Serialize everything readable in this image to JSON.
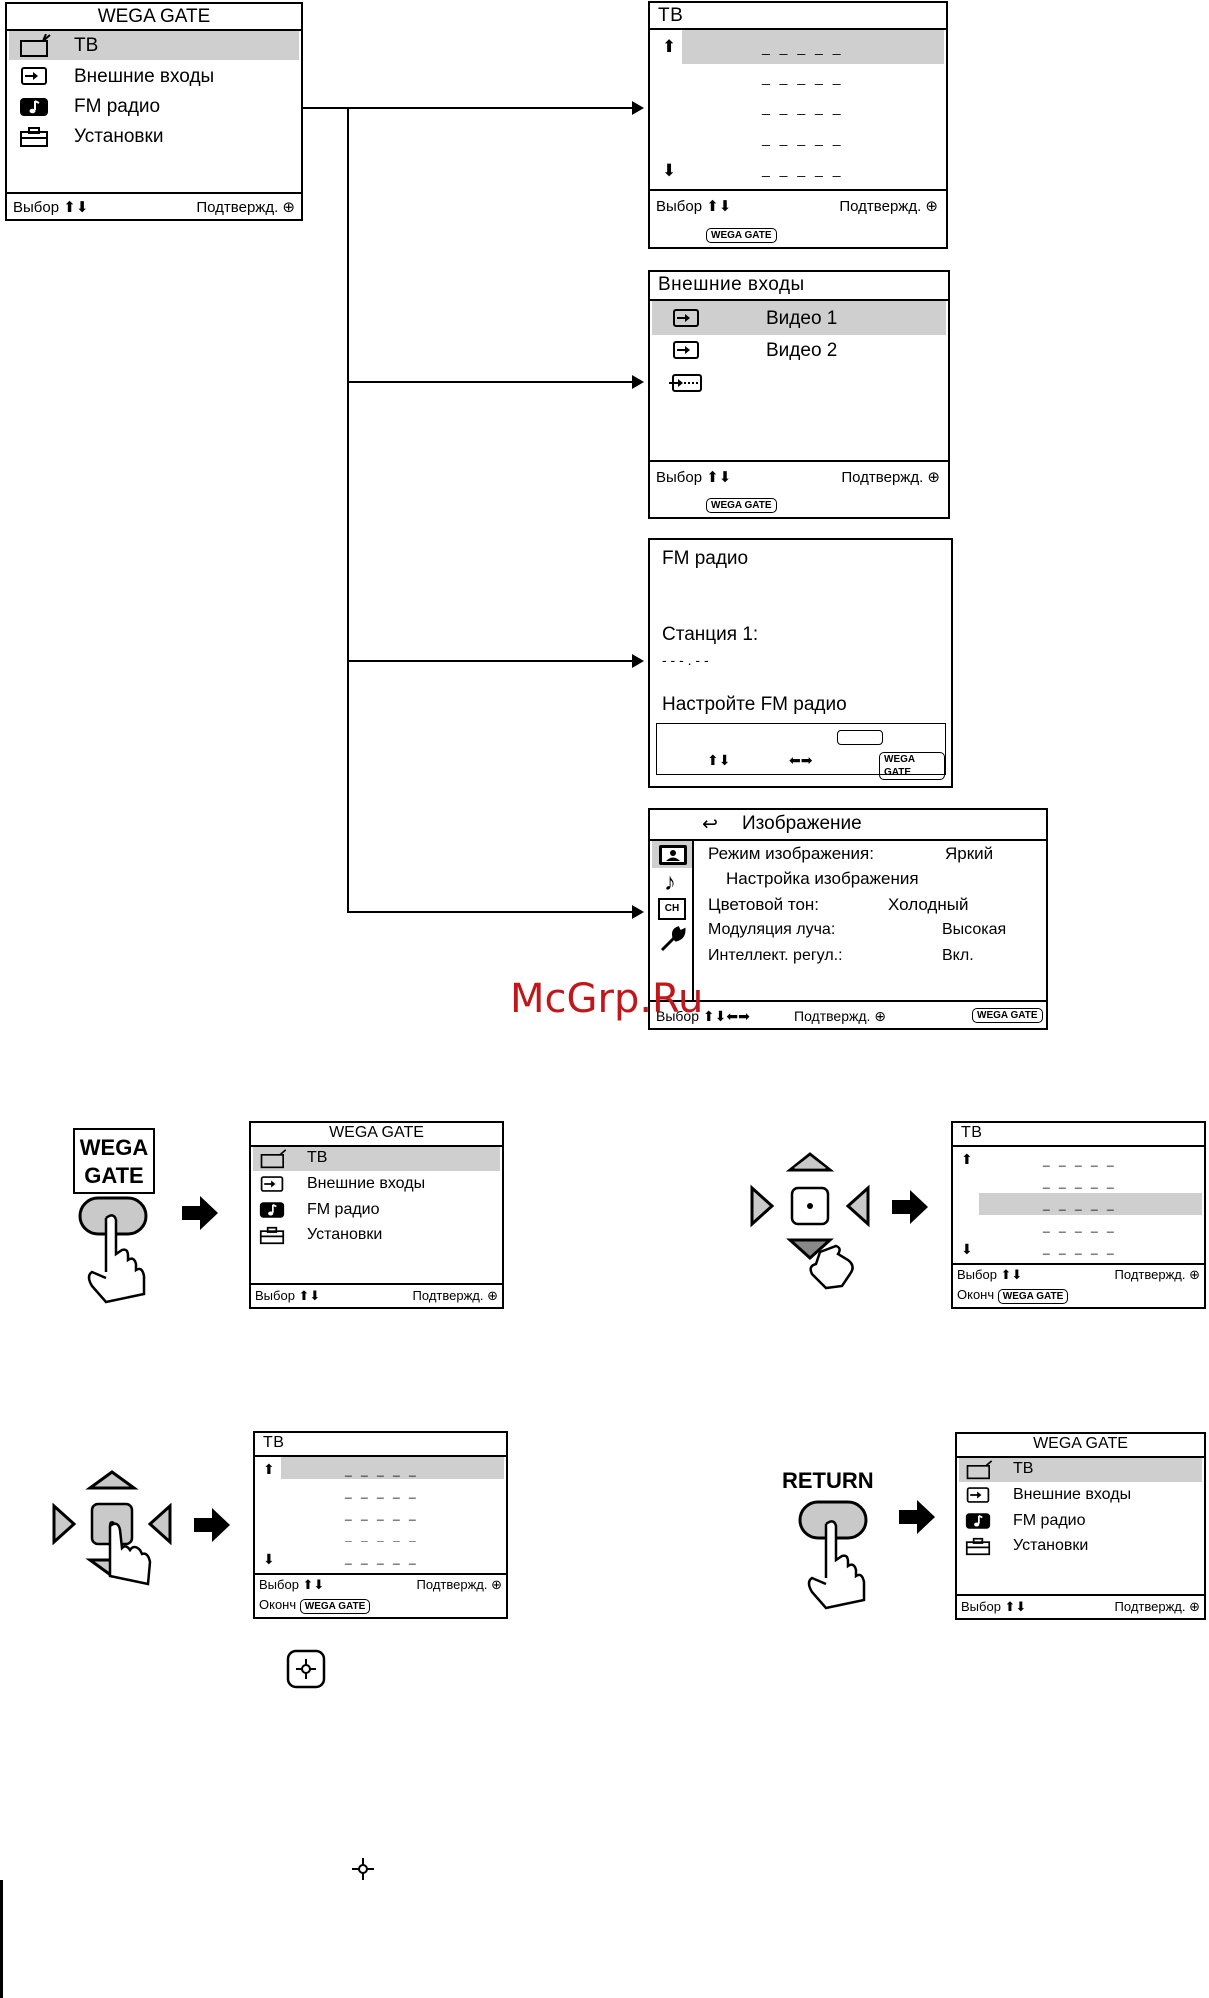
{
  "watermark": "McGrp.Ru",
  "icons": {
    "tv": "tv-icon",
    "input": "input-icon",
    "music": "music-note-icon",
    "toolbox": "toolbox-icon",
    "up": "up-arrow-icon",
    "down": "down-arrow-icon",
    "enter": "enter-icon",
    "return": "return-icon"
  },
  "wega_main": {
    "title": "WEGA GATE",
    "items": [
      "ТВ",
      "Внешние входы",
      "FM радио",
      "Установки"
    ],
    "footer_left": "Выбор",
    "footer_right": "Подтвержд."
  },
  "tv_menu": {
    "title": "ТВ",
    "dash": "_ _ _ _ _",
    "footer_left": "Выбор",
    "footer_right": "Подтвержд.",
    "tag": "WEGA GATE",
    "end_label": "Оконч"
  },
  "inputs_menu": {
    "title": "Внешние входы",
    "items": [
      "Видео 1",
      "Видео 2"
    ],
    "footer_left": "Выбор",
    "footer_right": "Подтвержд.",
    "tag": "WEGA GATE"
  },
  "fm_menu": {
    "title": "FM радио",
    "station": "Станция 1:",
    "freq": "- - - . - -",
    "tune": "Настройте FM радио",
    "tag": "WEGA GATE"
  },
  "picture_menu": {
    "title": "Изображение",
    "rows": [
      {
        "label": "Режим изображения:",
        "value": "Яркий"
      },
      {
        "label": "Настройка изображения",
        "value": ""
      },
      {
        "label": "Цветовой тон:",
        "value": "Холодный"
      },
      {
        "label": "Модуляция луча:",
        "value": "Высокая"
      },
      {
        "label": "Интеллект. регул.:",
        "value": "Вкл."
      }
    ],
    "footer_left": "Выбор",
    "footer_right": "Подтвержд.",
    "tag": "WEGA GATE",
    "ch_label": "CH"
  },
  "remote": {
    "wega_button_label_1": "WEGA",
    "wega_button_label_2": "GATE",
    "return_label": "RETURN"
  }
}
